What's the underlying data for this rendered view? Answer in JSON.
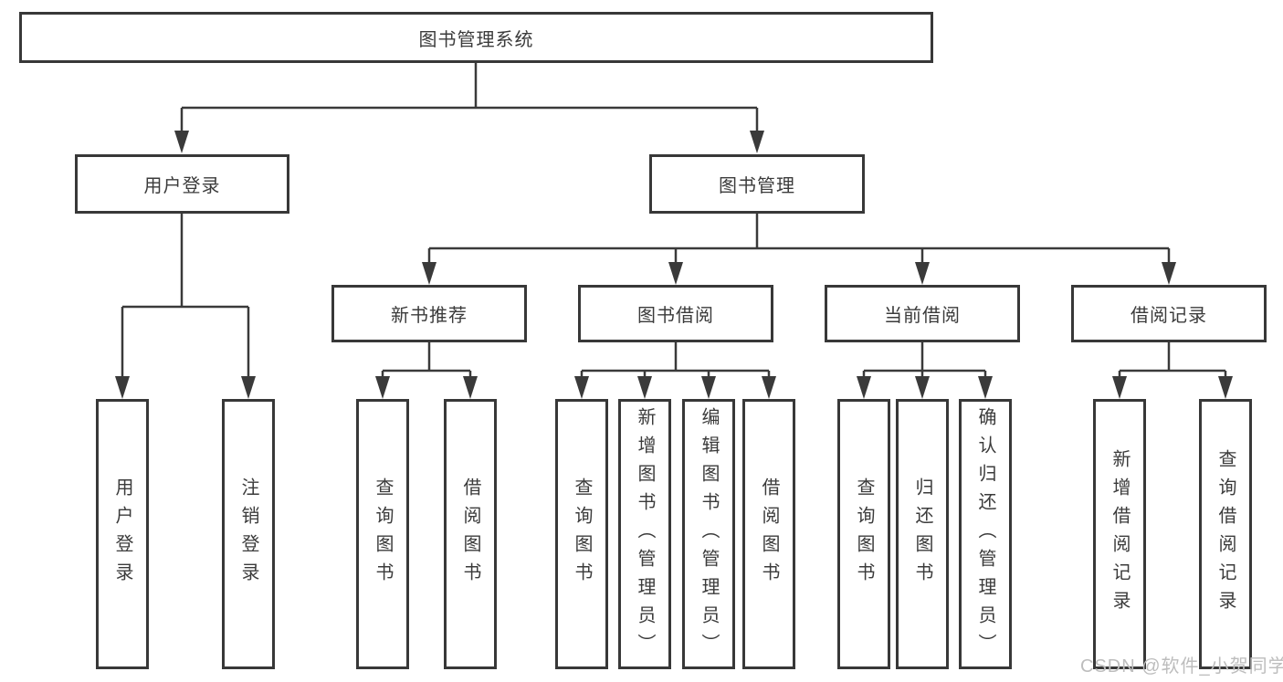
{
  "tree": {
    "label": "图书管理系统",
    "children": [
      {
        "label": "用户登录",
        "children": [
          {
            "label": "用户登录"
          },
          {
            "label": "注销登录"
          }
        ]
      },
      {
        "label": "图书管理",
        "children": [
          {
            "label": "新书推荐",
            "children": [
              {
                "label": "查询图书"
              },
              {
                "label": "借阅图书"
              }
            ]
          },
          {
            "label": "图书借阅",
            "children": [
              {
                "label": "查询图书"
              },
              {
                "label": "新增图书（管理员）"
              },
              {
                "label": "编辑图书（管理员）"
              },
              {
                "label": "借阅图书"
              }
            ]
          },
          {
            "label": "当前借阅",
            "children": [
              {
                "label": "查询图书"
              },
              {
                "label": "归还图书"
              },
              {
                "label": "确认归还（管理员）"
              }
            ]
          },
          {
            "label": "借阅记录",
            "children": [
              {
                "label": "新增借阅记录"
              },
              {
                "label": "查询借阅记录"
              }
            ]
          }
        ]
      }
    ]
  },
  "watermark": {
    "text": "CSDN @软件_小贺同学"
  },
  "colors": {
    "background": "#ffffff",
    "box_border": "#383838",
    "line": "#3a3a3a",
    "text": "#3b3b3b",
    "watermark": "#bdbdbd"
  }
}
